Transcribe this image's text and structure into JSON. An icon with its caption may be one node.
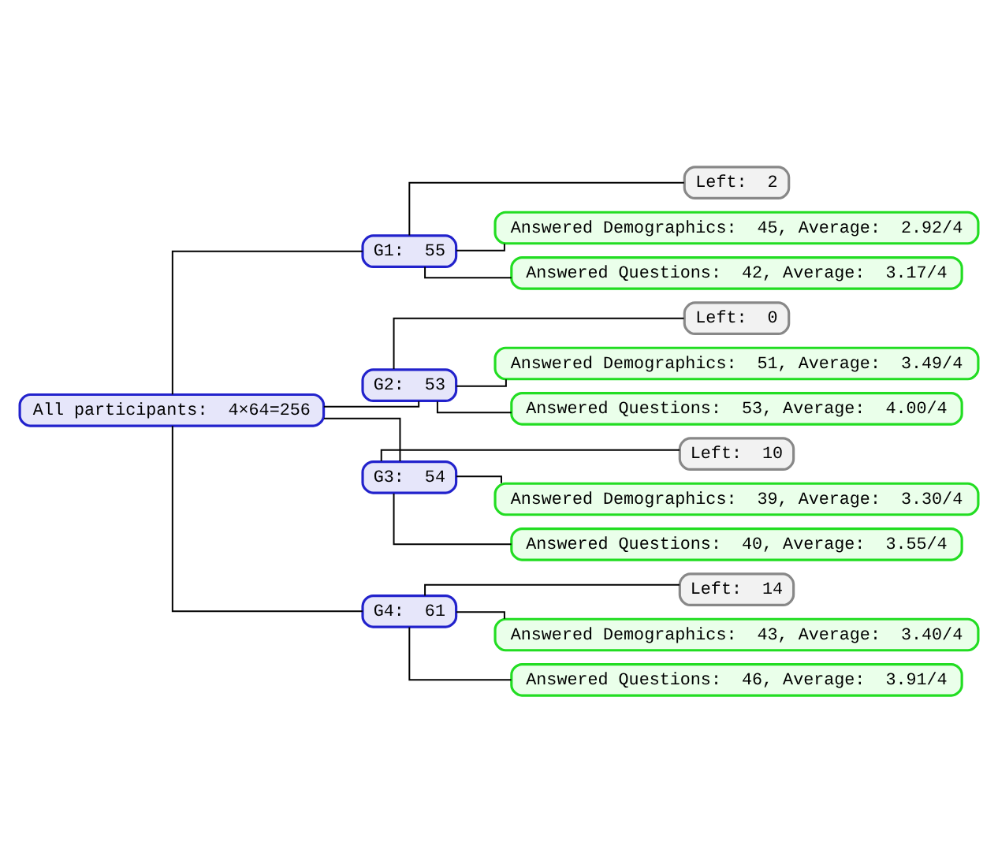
{
  "diagram": {
    "nodes": [
      {
        "text": [
          "All participants:  4×64=256"
        ]
      },
      {
        "text": [
          "G1:  55"
        ]
      },
      {
        "text": [
          "Left:  2"
        ]
      },
      {
        "text": [
          "Answered Demographics:  45, Average:  2.92/4"
        ]
      },
      {
        "text": [
          "Answered Questions:  42, Average:  3.17/4"
        ]
      },
      {
        "text": [
          "G2:  53"
        ]
      },
      {
        "text": [
          "Left:  0"
        ]
      },
      {
        "text": [
          "Answered Demographics:  51, Average:  3.49/4"
        ]
      },
      {
        "text": [
          "Answered Questions:  53, Average:  4.00/4"
        ]
      },
      {
        "text": [
          "G3:  54"
        ]
      },
      {
        "text": [
          "Left:  10"
        ]
      },
      {
        "text": [
          "Answered Demographics:  39, Average:  3.30/4"
        ]
      },
      {
        "text": [
          "Answered Questions:  40, Average:  3.55/4"
        ]
      },
      {
        "text": [
          "G4:  61"
        ]
      },
      {
        "text": [
          "Left:  14"
        ]
      },
      {
        "text": [
          "Answered Demographics:  43, Average:  3.40/4"
        ]
      },
      {
        "text": [
          "Answered Questions:  46, Average:  3.91/4"
        ]
      }
    ],
    "edges": [
      {
        "from": 0,
        "to": 1,
        "arrow": "none"
      },
      {
        "from": 1,
        "to": 2,
        "arrow": "none"
      },
      {
        "from": 1,
        "to": 3,
        "arrow": "none"
      },
      {
        "from": 1,
        "to": 4,
        "arrow": "none"
      },
      {
        "from": 0,
        "to": 5,
        "arrow": "none"
      },
      {
        "from": 5,
        "to": 6,
        "arrow": "none"
      },
      {
        "from": 5,
        "to": 7,
        "arrow": "none"
      },
      {
        "from": 5,
        "to": 8,
        "arrow": "none"
      },
      {
        "from": 0,
        "to": 9,
        "arrow": "none"
      },
      {
        "from": 9,
        "to": 10,
        "arrow": "none"
      },
      {
        "from": 9,
        "to": 11,
        "arrow": "none"
      },
      {
        "from": 9,
        "to": 12,
        "arrow": "none"
      },
      {
        "from": 0,
        "to": 13,
        "arrow": "none"
      },
      {
        "from": 13,
        "to": 14,
        "arrow": "none"
      },
      {
        "from": 13,
        "to": 15,
        "arrow": "none"
      },
      {
        "from": 13,
        "to": 16,
        "arrow": "none"
      }
    ]
  }
}
